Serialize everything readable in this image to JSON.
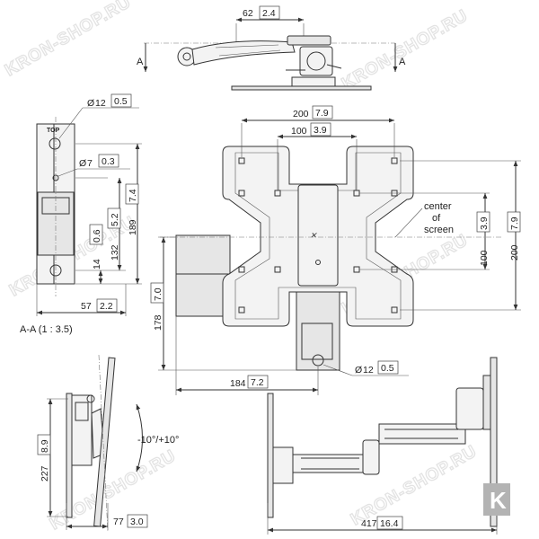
{
  "watermark": {
    "text": "KRON-SHOP.RU",
    "logo_letter": "K",
    "logo_color": "#b3b3b3"
  },
  "top_view": {
    "dim_62": "62",
    "dim_62_in": "2.4",
    "section_mark": "A"
  },
  "side_section": {
    "top_label": "TOP",
    "dia12_prefix": "Ø",
    "dia12": "12",
    "dia12_in": "0.5",
    "dia7": "7",
    "dia7_in": "0.3",
    "dim_14": "14",
    "dim_14_in": "0.6",
    "dim_132": "132",
    "dim_132_in": "5.2",
    "dim_189": "189",
    "dim_189_in": "7.4",
    "dim_57": "57",
    "dim_57_in": "2.2",
    "caption": "A-A (1 : 3.5)"
  },
  "front_view": {
    "dim_200w": "200",
    "dim_200w_in": "7.9",
    "dim_100w": "100",
    "dim_100w_in": "3.9",
    "center_label_1": "center",
    "center_label_2": "of",
    "center_label_3": "screen",
    "dim_100h": "100",
    "dim_100h_in": "3.9",
    "dim_200h": "200",
    "dim_200h_in": "7.9",
    "dim_178": "178",
    "dim_178_in": "7.0",
    "dia12": "12",
    "dia12_in": "0.5",
    "dim_184": "184",
    "dim_184_in": "7.2"
  },
  "tilt_view": {
    "tilt_label": "-10°/+10°",
    "dim_227": "227",
    "dim_227_in": "8.9",
    "dim_77": "77",
    "dim_77_in": "3.0"
  },
  "swing_view": {
    "dim_417": "417",
    "dim_417_in": "16.4"
  }
}
